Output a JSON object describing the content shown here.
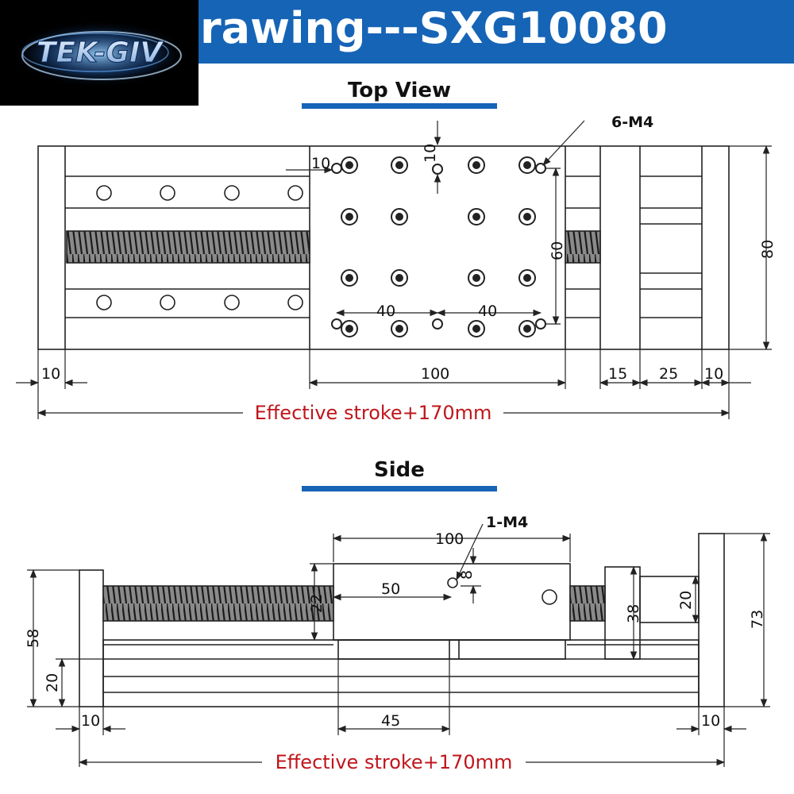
{
  "header": {
    "title": "rawing---SXG10080",
    "logo_text": "TEK-GIV",
    "bar_color": "#1664b6"
  },
  "top_view": {
    "title": "Top View",
    "callout": "6-M4",
    "dims": {
      "offset_10": "10",
      "vertical_10": "10",
      "hole_spacing_60": "60",
      "hole_spacing_40_left": "40",
      "hole_spacing_40_right": "40",
      "height_80": "80",
      "end_10_left": "10",
      "carriage_100": "100",
      "motor_15": "15",
      "motor_25": "25",
      "end_10_right": "10"
    },
    "stroke_label": "Effective stroke+170mm"
  },
  "side_view": {
    "title": "Side",
    "callout": "1-M4",
    "dims": {
      "carriage_100": "100",
      "depth_8": "8",
      "half_50": "50",
      "screw_22": "22",
      "mount_38": "38",
      "motor_20": "20",
      "height_73": "73",
      "height_58": "58",
      "base_20": "20",
      "end_10_left": "10",
      "center_45": "45",
      "end_10_right": "10"
    },
    "stroke_label": "Effective stroke+170mm"
  },
  "colors": {
    "accent_bar": "#1664b6",
    "stroke_text": "#c0161c"
  },
  "icons": {
    "logo": "tek-giv-logo"
  }
}
